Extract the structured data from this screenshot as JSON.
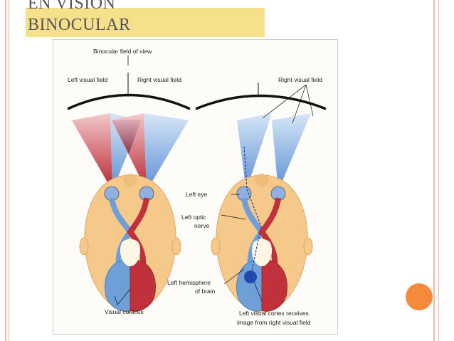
{
  "slide": {
    "title_line1": "EN VISION",
    "title_line2": "BINOCULAR"
  },
  "figure": {
    "binocular_field": "Binocular field of view",
    "left_visual_field": "Left visual field",
    "right_visual_field_1": "Right visual field",
    "right_visual_field_2": "Right visual field",
    "left_eye": "Left eye",
    "left_optic": "Left optic",
    "nerve": "nerve",
    "left_hemisphere": "Left hemisphere",
    "of_brain": "of brain",
    "visual_cortices": "Visual cortices",
    "cortex_receives": "Left visual cortex receives",
    "image_from": "image from right visual field"
  },
  "colors": {
    "accent_orange": "#f58a3d",
    "title_highlight": "#f7e08c",
    "border_stripe": "#f2b8aa",
    "field_red": "#c0313b",
    "field_blue": "#6f9fd8",
    "head_skin": "#f4c98a"
  },
  "icons": {
    "nav_button": "orange-circle"
  }
}
